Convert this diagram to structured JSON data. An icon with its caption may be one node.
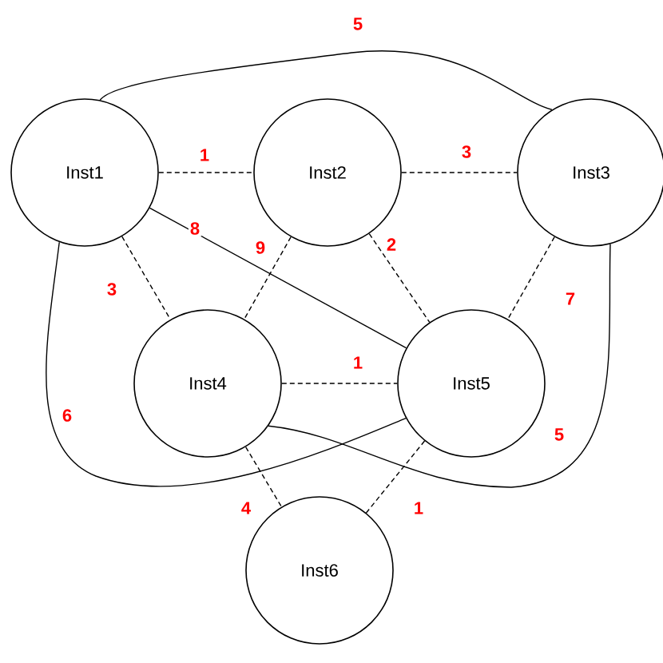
{
  "diagram": {
    "nodes": [
      {
        "text": [
          "Inst1"
        ]
      },
      {
        "text": [
          "Inst2"
        ]
      },
      {
        "text": [
          "Inst3"
        ]
      },
      {
        "text": [
          "Inst4"
        ]
      },
      {
        "text": [
          "Inst5"
        ]
      },
      {
        "text": [
          "Inst6"
        ]
      }
    ],
    "edges": [
      {
        "from": 0,
        "to": 1,
        "arrow": "none",
        "label": "1",
        "style": "dashed"
      },
      {
        "from": 1,
        "to": 2,
        "arrow": "none",
        "label": "3",
        "style": "dashed"
      },
      {
        "from": 0,
        "to": 2,
        "arrow": "none",
        "label": "5"
      },
      {
        "from": 0,
        "to": 4,
        "arrow": "none",
        "label": "8"
      },
      {
        "from": 0,
        "to": 3,
        "arrow": "none",
        "label": "3",
        "style": "dashed"
      },
      {
        "from": 1,
        "to": 3,
        "arrow": "none",
        "label": "9",
        "style": "dashed"
      },
      {
        "from": 1,
        "to": 4,
        "arrow": "none",
        "label": "2",
        "style": "dashed"
      },
      {
        "from": 2,
        "to": 4,
        "arrow": "none",
        "label": "7",
        "style": "dashed"
      },
      {
        "from": 3,
        "to": 4,
        "arrow": "none",
        "label": "1",
        "style": "dashed"
      },
      {
        "from": 0,
        "to": 4,
        "arrow": "none",
        "label": "6"
      },
      {
        "from": 2,
        "to": 3,
        "arrow": "none",
        "label": "5"
      },
      {
        "from": 3,
        "to": 5,
        "arrow": "none",
        "label": "4",
        "style": "dashed"
      },
      {
        "from": 4,
        "to": 5,
        "arrow": "none",
        "label": "1",
        "style": "dashed"
      }
    ]
  }
}
